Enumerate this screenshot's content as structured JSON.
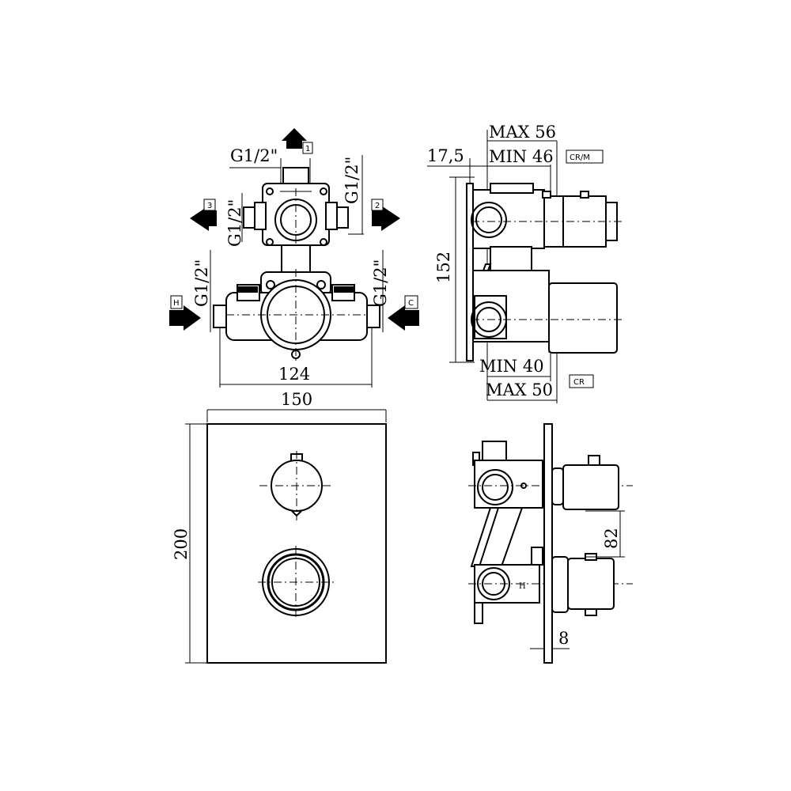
{
  "labels": {
    "thread": "G1/2\"",
    "port_1": "1",
    "port_2": "2",
    "port_3": "3",
    "port_hot": "H",
    "port_cold": "C",
    "hot_mark": "H"
  },
  "dimensions": {
    "body_width": "124",
    "plate_width": "150",
    "plate_height": "200",
    "depth_total": "152",
    "offset_17_5": "17,5",
    "crm_max": "MAX 56",
    "crm_min": "MIN 46",
    "cr_min": "MIN 40",
    "cr_max": "MAX 50",
    "knob_spacing": "82",
    "plate_thickness": "8"
  },
  "variants": {
    "crm": "CR/M",
    "cr": "CR"
  }
}
